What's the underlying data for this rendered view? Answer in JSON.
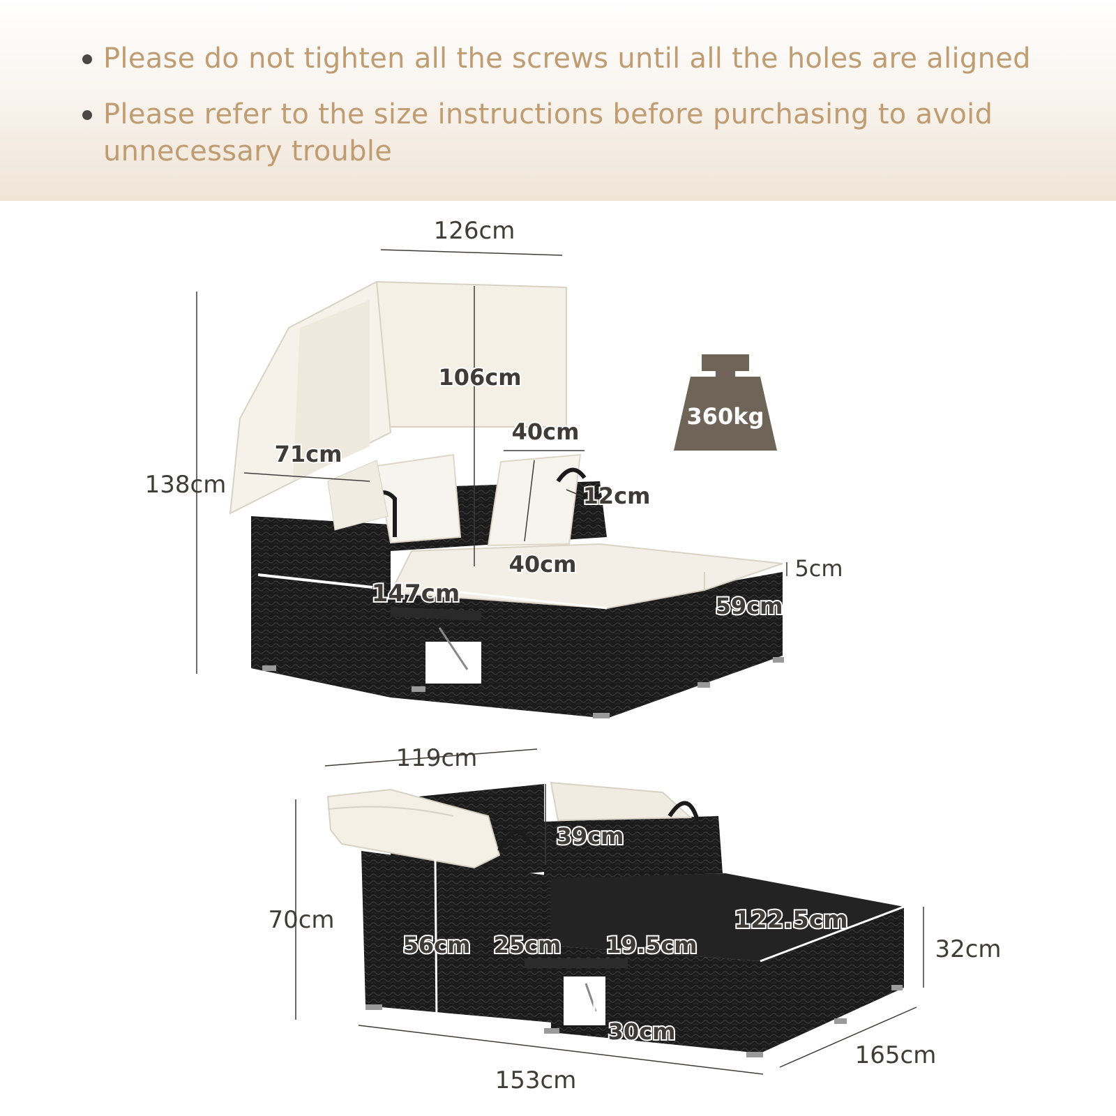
{
  "notes": [
    "Please do not tighten all the screws until all the holes are aligned",
    "Please refer to the size instructions before purchasing to avoid unnecessary trouble"
  ],
  "weight_capacity": "360kg",
  "top_view": {
    "width": "126cm",
    "height": "138cm",
    "canopy_height": "106cm",
    "canopy_depth": "71cm",
    "pillow_width": "40cm",
    "pillow_thickness": "12cm",
    "pillow_height": "40cm",
    "cushion_thickness": "5cm",
    "length": "147cm",
    "ottoman_depth": "59cm"
  },
  "bottom_view": {
    "width": "119cm",
    "height": "70cm",
    "backrest_height": "39cm",
    "seat_height": "56cm",
    "table_width": "25cm",
    "table_depth": "19.5cm",
    "table_height": "30cm",
    "inner_length": "122.5cm",
    "ottoman_height": "32cm",
    "total_width": "153cm",
    "total_depth": "165cm"
  },
  "colors": {
    "note_text": "#bf9c72",
    "bullet": "#4a4744",
    "rattan": "#1c1c1c",
    "cushion": "#f3efe6",
    "weight_icon": "#6e6458"
  }
}
